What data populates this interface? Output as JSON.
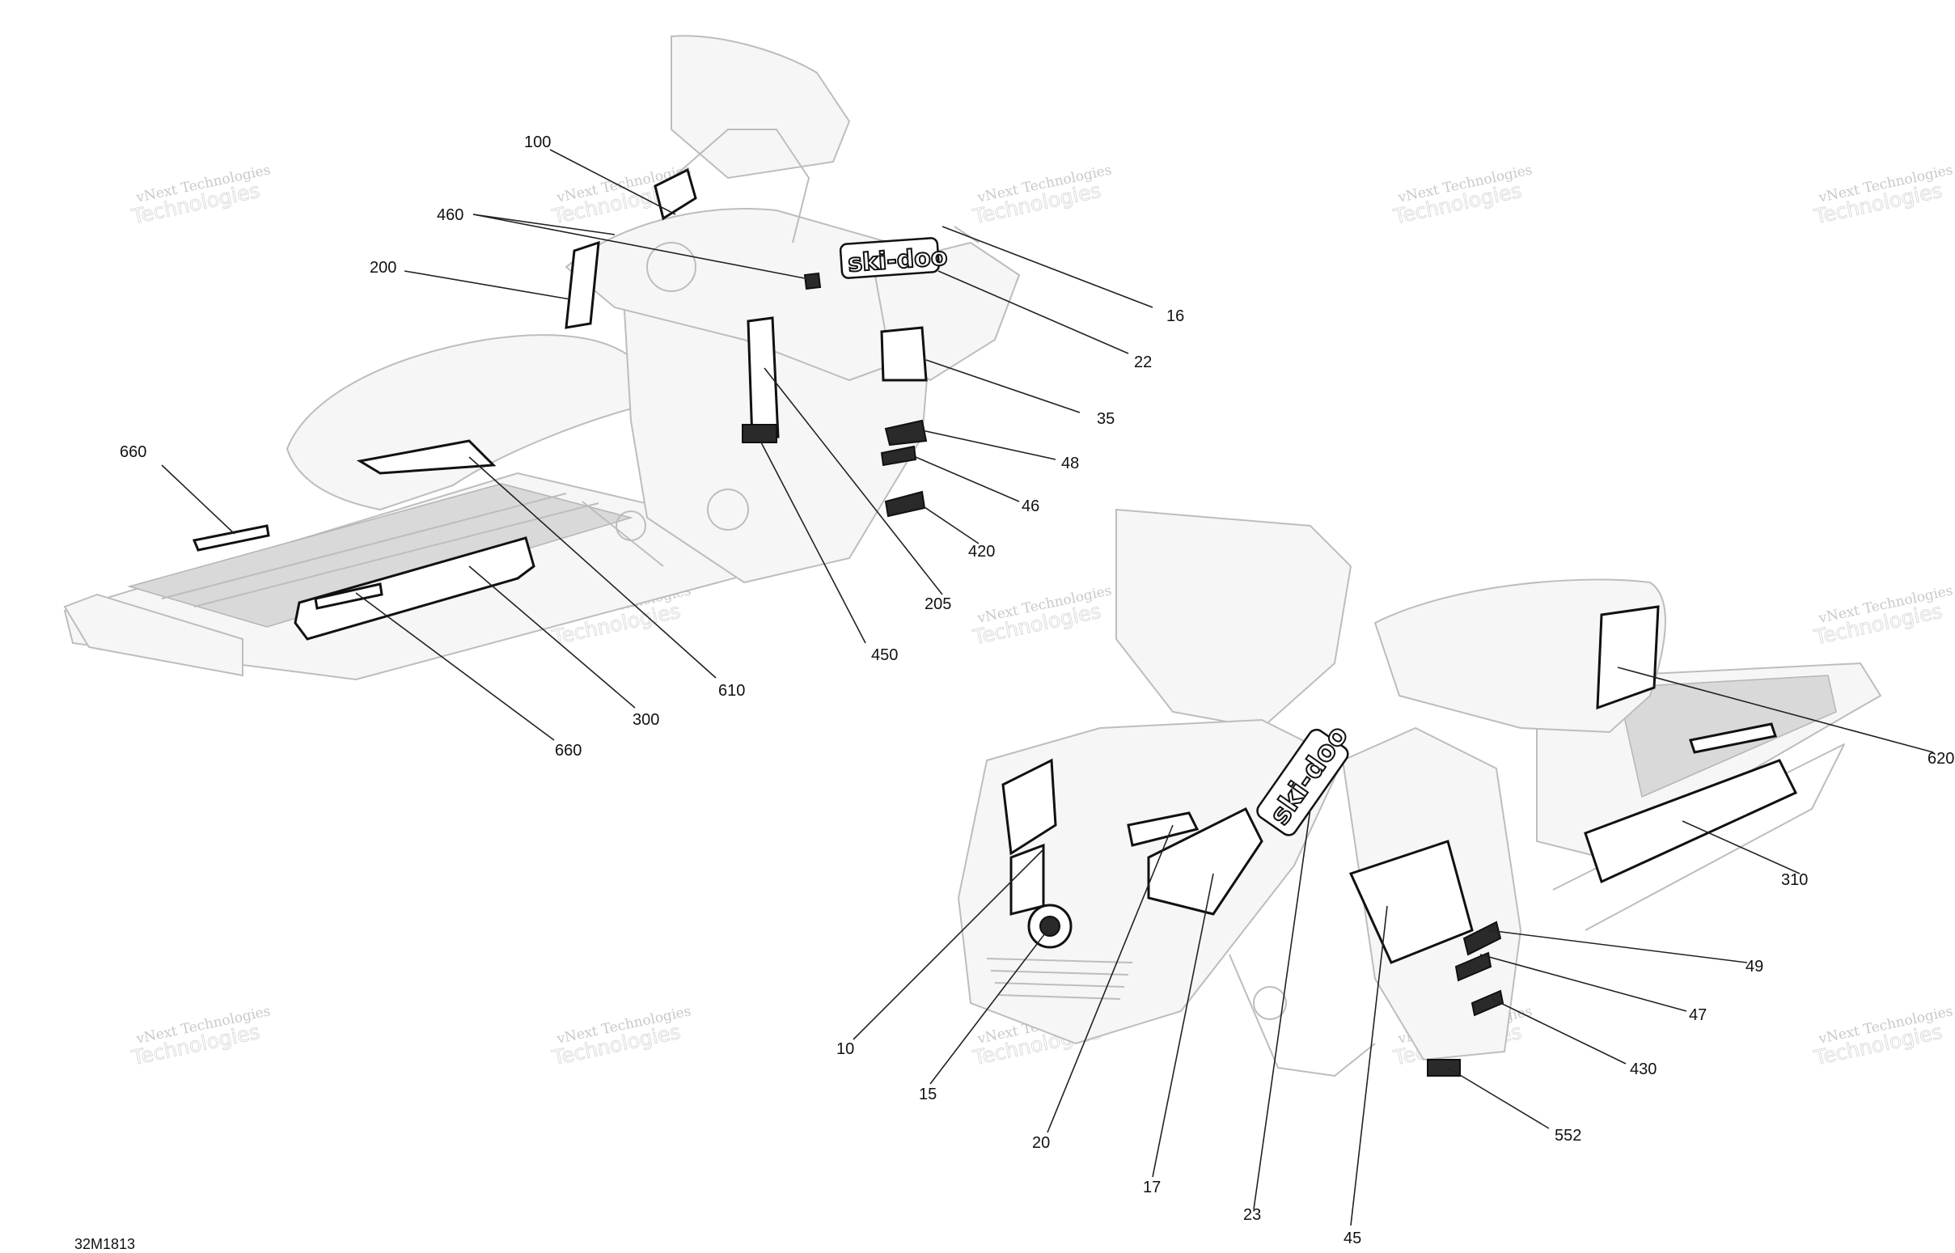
{
  "drawing_ref": "32M1813",
  "brand_logo": "ski-doo",
  "watermark": {
    "line1": "vNext Technologies",
    "line2": "Technologies"
  },
  "callouts": [
    {
      "id": "100",
      "label": "100"
    },
    {
      "id": "460",
      "label": "460"
    },
    {
      "id": "200",
      "label": "200"
    },
    {
      "id": "660a",
      "label": "660"
    },
    {
      "id": "16",
      "label": "16"
    },
    {
      "id": "22",
      "label": "22"
    },
    {
      "id": "35",
      "label": "35"
    },
    {
      "id": "48",
      "label": "48"
    },
    {
      "id": "46",
      "label": "46"
    },
    {
      "id": "420",
      "label": "420"
    },
    {
      "id": "205",
      "label": "205"
    },
    {
      "id": "450",
      "label": "450"
    },
    {
      "id": "610",
      "label": "610"
    },
    {
      "id": "300",
      "label": "300"
    },
    {
      "id": "660b",
      "label": "660"
    },
    {
      "id": "620",
      "label": "620"
    },
    {
      "id": "310",
      "label": "310"
    },
    {
      "id": "49",
      "label": "49"
    },
    {
      "id": "47",
      "label": "47"
    },
    {
      "id": "430",
      "label": "430"
    },
    {
      "id": "552",
      "label": "552"
    },
    {
      "id": "10",
      "label": "10"
    },
    {
      "id": "15",
      "label": "15"
    },
    {
      "id": "20",
      "label": "20"
    },
    {
      "id": "17",
      "label": "17"
    },
    {
      "id": "23",
      "label": "23"
    },
    {
      "id": "45",
      "label": "45"
    }
  ]
}
